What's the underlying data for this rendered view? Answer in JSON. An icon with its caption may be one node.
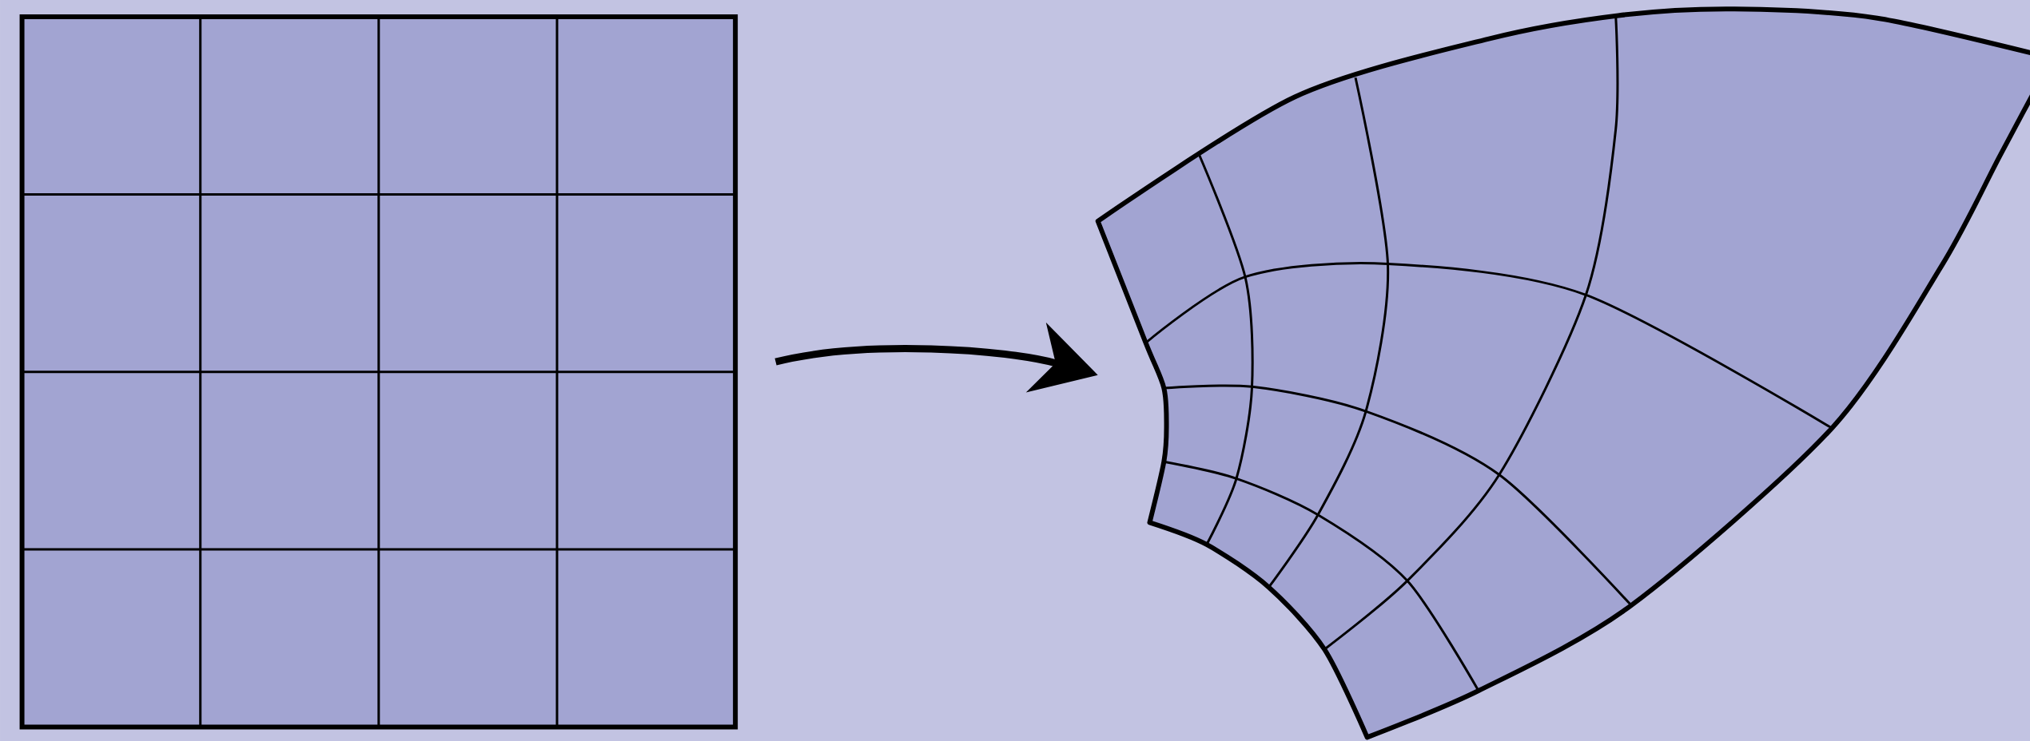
{
  "diagram": {
    "nodes": [
      {
        "text": [],
        "shape": "box"
      },
      {
        "text": [],
        "shape": "picture"
      }
    ],
    "edges": [
      {
        "from": 0,
        "to": 1,
        "arrow": "to"
      }
    ]
  }
}
